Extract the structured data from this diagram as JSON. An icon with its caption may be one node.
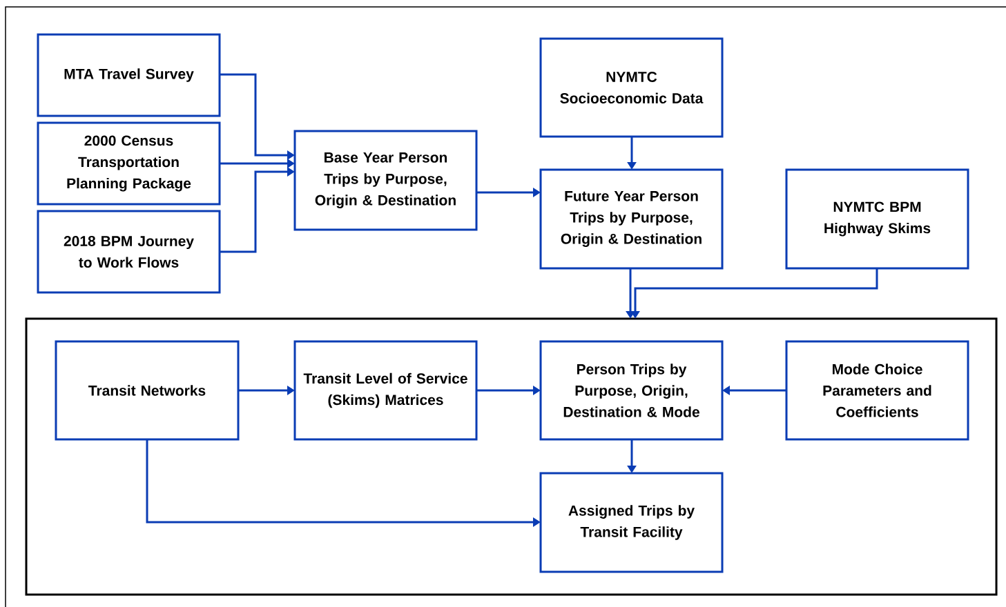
{
  "diagram": {
    "nodes": [
      {
        "text": [
          "MTA Travel Survey"
        ]
      },
      {
        "text": [
          "2000 Census Transportation Planning Package"
        ]
      },
      {
        "text": [
          "2018 BPM Journey to Work Flows"
        ]
      },
      {
        "text": [
          "Base Year Person Trips by Purpose, Origin & Destination"
        ]
      },
      {
        "text": [
          "NYMTC Socioeconomic Data"
        ]
      },
      {
        "text": [
          "Future Year Person Trips by Purpose, Origin & Destination"
        ]
      },
      {
        "text": [
          "NYMTC BPM Highway Skims"
        ]
      },
      {
        "text": [],
        "shape": "box"
      },
      {
        "text": [
          "Transit Networks"
        ],
        "in": 7
      },
      {
        "text": [
          "Transit Level of Service (Skims) Matrices"
        ],
        "in": 7
      },
      {
        "text": [
          "Person Trips by Purpose, Origin, Destination & Mode"
        ],
        "in": 7
      },
      {
        "text": [
          "Mode Choice Parameters and Coefficients"
        ],
        "in": 7
      },
      {
        "text": [
          "Assigned Trips by Transit Facility"
        ],
        "in": 7
      }
    ],
    "edges": [
      {
        "from": 0,
        "to": 3,
        "arrow": "to"
      },
      {
        "from": 1,
        "to": 3,
        "arrow": "to"
      },
      {
        "from": 2,
        "to": 3,
        "arrow": "to"
      },
      {
        "from": 3,
        "to": 5,
        "arrow": "to"
      },
      {
        "from": 4,
        "to": 5,
        "arrow": "to"
      },
      {
        "from": 5,
        "to": 7,
        "arrow": "to"
      },
      {
        "from": 6,
        "to": 7,
        "arrow": "to"
      },
      {
        "from": 8,
        "to": 9,
        "arrow": "to"
      },
      {
        "from": 9,
        "to": 10,
        "arrow": "to"
      },
      {
        "from": 11,
        "to": 10,
        "arrow": "to"
      },
      {
        "from": 10,
        "to": 12,
        "arrow": "to"
      },
      {
        "from": 8,
        "to": 12,
        "arrow": "to"
      }
    ]
  }
}
